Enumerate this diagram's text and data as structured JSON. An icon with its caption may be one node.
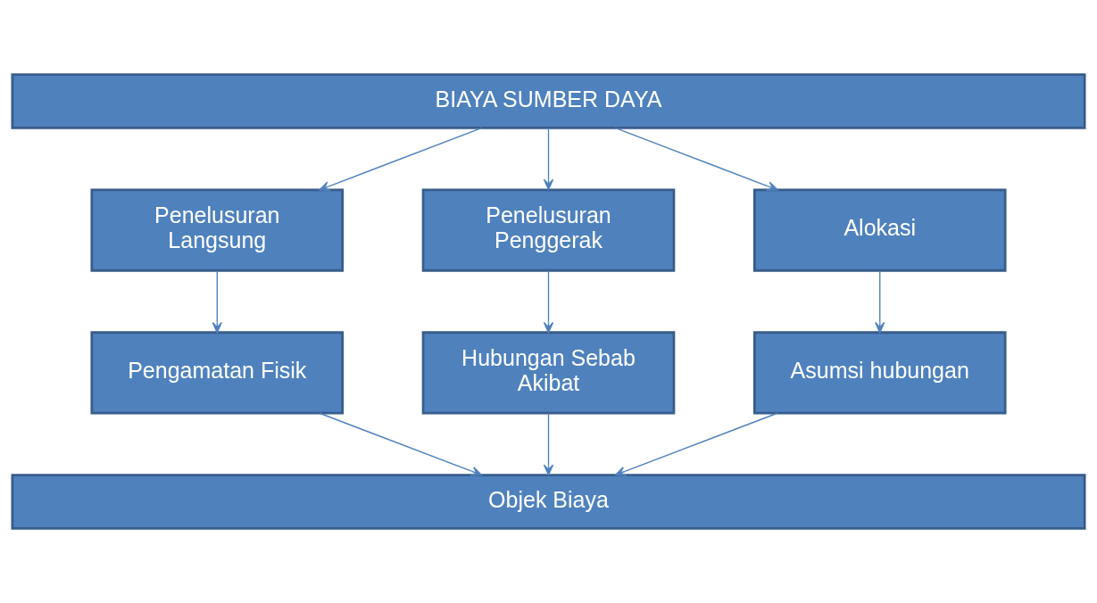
{
  "diagram": {
    "nodes": [
      {
        "text": [
          "BIAYA SUMBER DAYA"
        ]
      },
      {
        "text": [
          "Penelusuran Langsung"
        ]
      },
      {
        "text": [
          "Penelusuran Penggerak"
        ]
      },
      {
        "text": [
          "Alokasi"
        ]
      },
      {
        "text": [
          "Pengamatan Fisik"
        ]
      },
      {
        "text": [
          "Hubungan Sebab Akibat"
        ]
      },
      {
        "text": [
          "Asumsi hubungan"
        ]
      },
      {
        "text": [
          "Objek Biaya"
        ]
      }
    ],
    "edges": [
      {
        "from": 0,
        "to": 1,
        "arrow": "to"
      },
      {
        "from": 0,
        "to": 2,
        "arrow": "to"
      },
      {
        "from": 0,
        "to": 3,
        "arrow": "to"
      },
      {
        "from": 1,
        "to": 4,
        "arrow": "to"
      },
      {
        "from": 2,
        "to": 5,
        "arrow": "to"
      },
      {
        "from": 3,
        "to": 6,
        "arrow": "to"
      },
      {
        "from": 4,
        "to": 7,
        "arrow": "to"
      },
      {
        "from": 5,
        "to": 7,
        "arrow": "to"
      },
      {
        "from": 6,
        "to": 7,
        "arrow": "to"
      }
    ]
  }
}
